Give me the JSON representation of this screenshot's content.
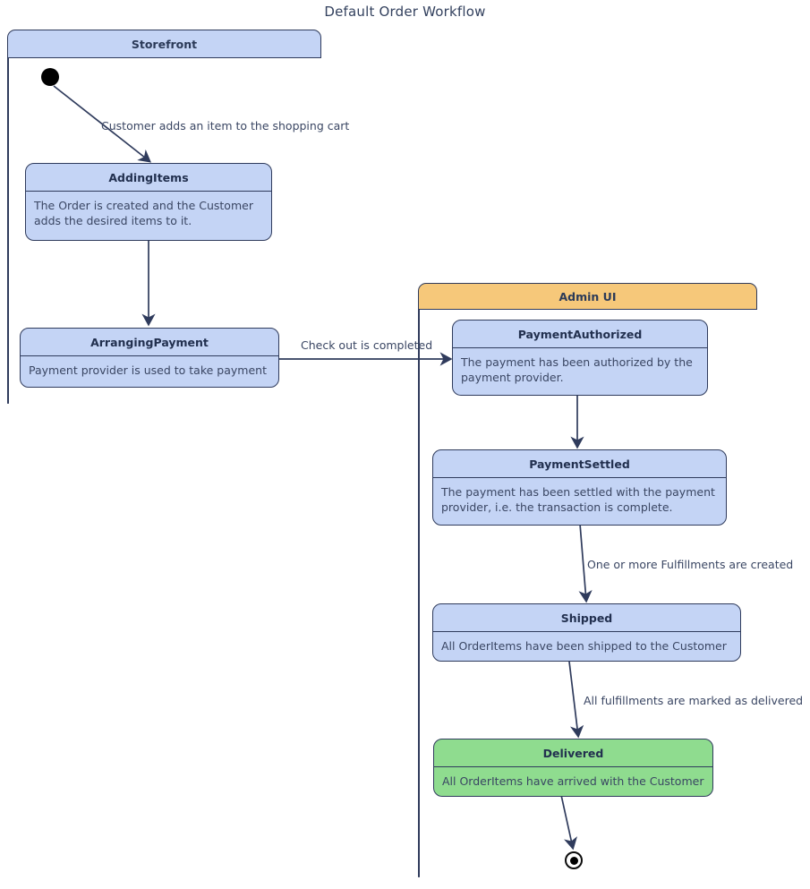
{
  "diagram": {
    "title": "Default Order Workflow",
    "type": "uml-state-diagram"
  },
  "colors": {
    "state_fill": "#c4d4f5",
    "state_border": "#2f3b5c",
    "storefront_header": "#c4d4f5",
    "adminui_header": "#f6c87a",
    "delivered_fill": "#8fdc8f",
    "text": "#2b3a58",
    "edge": "#2f3b5c"
  },
  "containers": [
    {
      "id": "storefront",
      "label": "Storefront"
    },
    {
      "id": "adminui",
      "label": "Admin UI"
    }
  ],
  "states": [
    {
      "id": "addingItems",
      "name": "AddingItems",
      "description": "The Order is created and the Customer adds the desired items to it.",
      "container": "Storefront",
      "fill": "#c4d4f5"
    },
    {
      "id": "arrangingPayment",
      "name": "ArrangingPayment",
      "description": "Payment provider is used to take payment",
      "container": "Storefront",
      "fill": "#c4d4f5"
    },
    {
      "id": "paymentAuthorized",
      "name": "PaymentAuthorized",
      "description": "The payment has been authorized by the payment provider.",
      "container": "Admin UI",
      "fill": "#c4d4f5"
    },
    {
      "id": "paymentSettled",
      "name": "PaymentSettled",
      "description": "The payment has been settled with the payment provider, i.e. the transaction is complete.",
      "container": "Admin UI",
      "fill": "#c4d4f5"
    },
    {
      "id": "shipped",
      "name": "Shipped",
      "description": "All OrderItems have been shipped to the Customer",
      "container": "Admin UI",
      "fill": "#c4d4f5"
    },
    {
      "id": "delivered",
      "name": "Delivered",
      "description": "All OrderItems have arrived with the Customer",
      "container": "Admin UI",
      "fill": "#8fdc8f"
    }
  ],
  "nodes": [
    {
      "id": "start",
      "kind": "initial-state"
    },
    {
      "id": "end",
      "kind": "final-state"
    }
  ],
  "transitions": [
    {
      "from": "start",
      "to": "addingItems",
      "label": "Customer adds an item to the shopping cart"
    },
    {
      "from": "addingItems",
      "to": "arrangingPayment",
      "label": ""
    },
    {
      "from": "arrangingPayment",
      "to": "paymentAuthorized",
      "label": "Check out is completed"
    },
    {
      "from": "paymentAuthorized",
      "to": "paymentSettled",
      "label": ""
    },
    {
      "from": "paymentSettled",
      "to": "shipped",
      "label": "One or more Fulfillments are created"
    },
    {
      "from": "shipped",
      "to": "delivered",
      "label": "All fulfillments are marked as delivered"
    },
    {
      "from": "delivered",
      "to": "end",
      "label": ""
    }
  ]
}
